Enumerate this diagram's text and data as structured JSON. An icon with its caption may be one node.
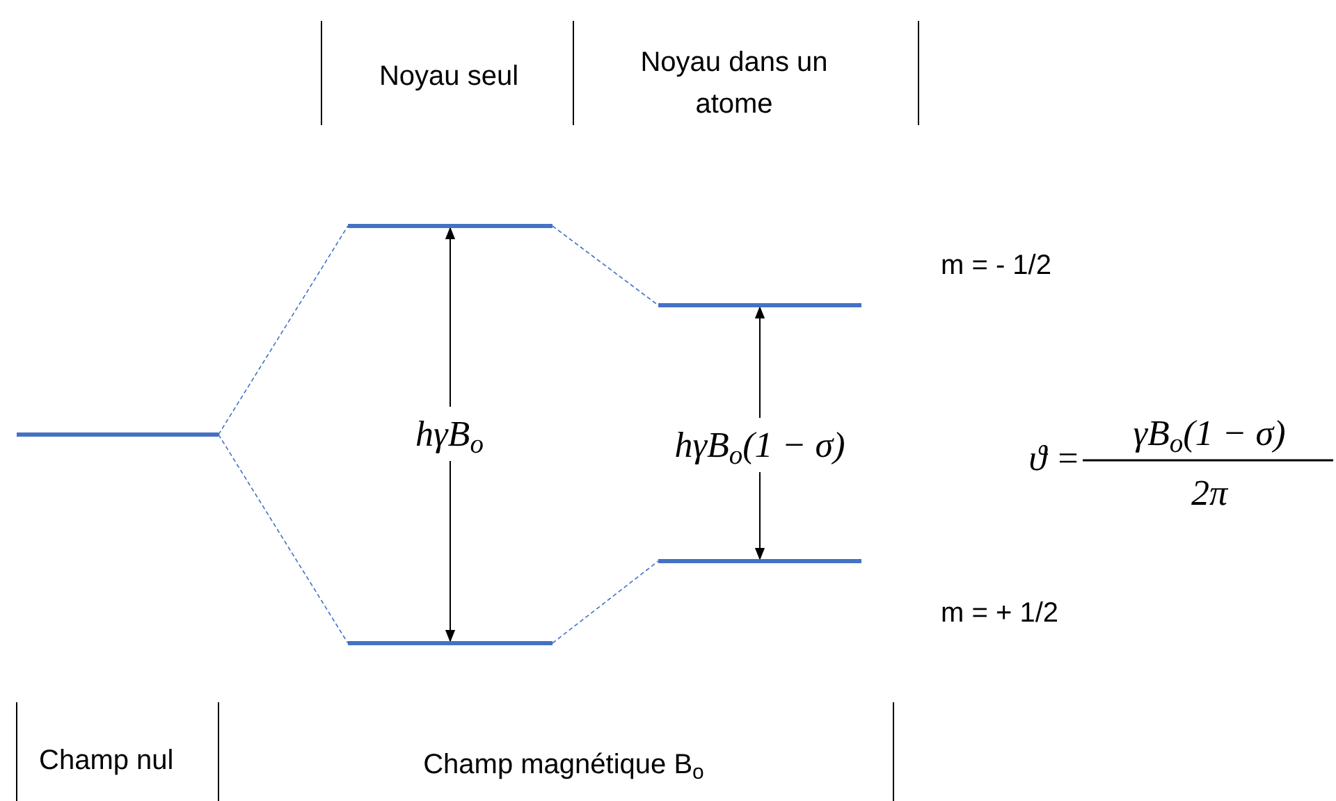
{
  "diagram": {
    "nodes": [
      {
        "text": [],
        "shape": "bar"
      },
      {
        "text": [],
        "shape": "bar"
      },
      {
        "text": [],
        "shape": "bar"
      },
      {
        "text": [],
        "shape": "bar"
      },
      {
        "text": [],
        "shape": "bar"
      }
    ],
    "edges": [
      {
        "from": 0,
        "to": 1,
        "arrow": "none",
        "style": "dashed"
      },
      {
        "from": 0,
        "to": 2,
        "arrow": "none",
        "style": "dashed"
      },
      {
        "from": 1,
        "to": 3,
        "arrow": "none",
        "style": "dashed"
      },
      {
        "from": 2,
        "to": 4,
        "arrow": "none",
        "style": "dashed"
      },
      {
        "from": 1,
        "to": 2,
        "arrow": "both",
        "label": "hγB$_{o}$",
        "color": "#000000"
      },
      {
        "from": 3,
        "to": 4,
        "arrow": "both",
        "label": "hγB$_{o}$(1 − σ)",
        "color": "#000000"
      }
    ],
    "labels": [
      "Noyau seul",
      "Noyau dans un atome",
      "m = - 1/2",
      "m = + 1/2",
      "ϑ =",
      "γB$_{o}$(1 − σ)",
      "2π",
      "Champ nul",
      "Champ magnétique B$_{o}$"
    ]
  }
}
